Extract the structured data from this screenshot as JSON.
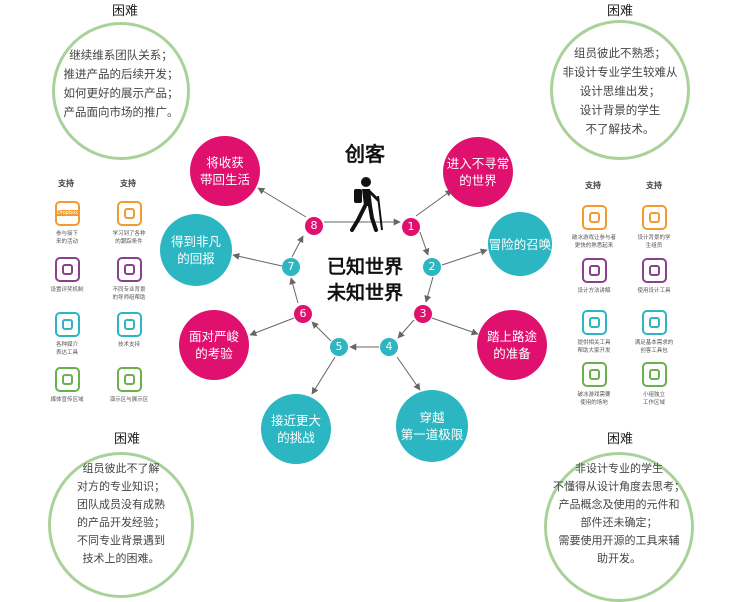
{
  "colors": {
    "magenta": "#e0106f",
    "teal": "#2bb6c1",
    "green_ring": "#a9d29a",
    "arrow": "#666666"
  },
  "title": "创客",
  "center": {
    "line1": "已知世界",
    "line2": "未知世界"
  },
  "steps": [
    {
      "num": "1",
      "label_lines": [
        "进入不寻常",
        "的世界"
      ],
      "color": "magenta"
    },
    {
      "num": "2",
      "label_lines": [
        "冒险的召唤"
      ],
      "color": "teal"
    },
    {
      "num": "3",
      "label_lines": [
        "踏上路途",
        "的准备"
      ],
      "color": "magenta"
    },
    {
      "num": "4",
      "label_lines": [
        "穿越",
        "第一道极限"
      ],
      "color": "teal"
    },
    {
      "num": "5",
      "label_lines": [
        "接近更大",
        "的挑战"
      ],
      "color": "teal"
    },
    {
      "num": "6",
      "label_lines": [
        "面对严峻",
        "的考验"
      ],
      "color": "magenta"
    },
    {
      "num": "7",
      "label_lines": [
        "得到非凡",
        "的回报"
      ],
      "color": "teal"
    },
    {
      "num": "8",
      "label_lines": [
        "将收获",
        "带回生活"
      ],
      "color": "magenta"
    }
  ],
  "difficulties": [
    {
      "title": "困难",
      "lines": [
        "继续维系团队关系；",
        "推进产品的后续开发；",
        "如何更好的展示产品；",
        "产品面向市场的推广。"
      ]
    },
    {
      "title": "困难",
      "lines": [
        "组员彼此不熟悉；",
        "非设计专业学生较难从",
        "设计思维出发；",
        "设计背景的学生",
        "不了解技术。"
      ]
    },
    {
      "title": "困难",
      "lines": [
        "组员彼此不了解",
        "对方的专业知识；",
        "团队成员没有成熟",
        "的产品开发经验；",
        "不同专业背景遇到",
        "技术上的困难。"
      ]
    },
    {
      "title": "困难",
      "lines": [
        "非设计专业的学生",
        "不懂得从设计角度去思考；",
        "产品概念及使用的元件和",
        "部件还未确定；",
        "需要使用开源的工具来辅",
        "助开发。"
      ]
    }
  ],
  "support_left": {
    "titles": [
      "支持",
      "支持"
    ],
    "items": [
      {
        "icon": "dropbox-logo-icon",
        "icon_text": "Dropbox",
        "caption": [
          "参与接下",
          "来的活动"
        ]
      },
      {
        "icon": "workspace-icon",
        "icon_text": "",
        "caption": [
          "学习到了各种",
          "的跟踪条件"
        ]
      },
      {
        "icon": "trophy-icon",
        "icon_text": "",
        "caption": [
          "设置评奖机制"
        ]
      },
      {
        "icon": "people-icon",
        "icon_text": "",
        "caption": [
          "不同专业背景",
          "的导师组帮助"
        ]
      },
      {
        "icon": "media-icon",
        "icon_text": "",
        "caption": [
          "各种媒介",
          "表达工具"
        ]
      },
      {
        "icon": "network-icon",
        "icon_text": "",
        "caption": [
          "技术支持"
        ]
      },
      {
        "icon": "microphone-icon",
        "icon_text": "",
        "caption": [
          "媒体宣传区域"
        ]
      },
      {
        "icon": "monitor-icon",
        "icon_text": "",
        "caption": [
          "演示区与展示区"
        ]
      }
    ]
  },
  "support_right": {
    "titles": [
      "支持",
      "支持"
    ],
    "items": [
      {
        "icon": "gamepad-icon",
        "icon_text": "",
        "caption": [
          "破冰游戏让参与者",
          "更快的熟悉起来"
        ]
      },
      {
        "icon": "person-icon",
        "icon_text": "",
        "caption": [
          "设计背景的学",
          "生组员"
        ]
      },
      {
        "icon": "brain-icon",
        "icon_text": "",
        "caption": [
          "设计方法讲解"
        ]
      },
      {
        "icon": "wrench-icon",
        "icon_text": "",
        "caption": [
          "使用设计工具"
        ]
      },
      {
        "icon": "book-icon",
        "icon_text": "",
        "caption": [
          "提供相关工具",
          "帮助大家开发"
        ]
      },
      {
        "icon": "pencil-icon",
        "icon_text": "",
        "caption": [
          "满足基本需求的",
          "创客工具包"
        ]
      },
      {
        "icon": "cards-icon",
        "icon_text": "",
        "caption": [
          "破冰游戏需要",
          "使用的场地"
        ]
      },
      {
        "icon": "notebook-icon",
        "icon_text": "",
        "caption": [
          "小组独立",
          "工作区域"
        ]
      }
    ]
  }
}
